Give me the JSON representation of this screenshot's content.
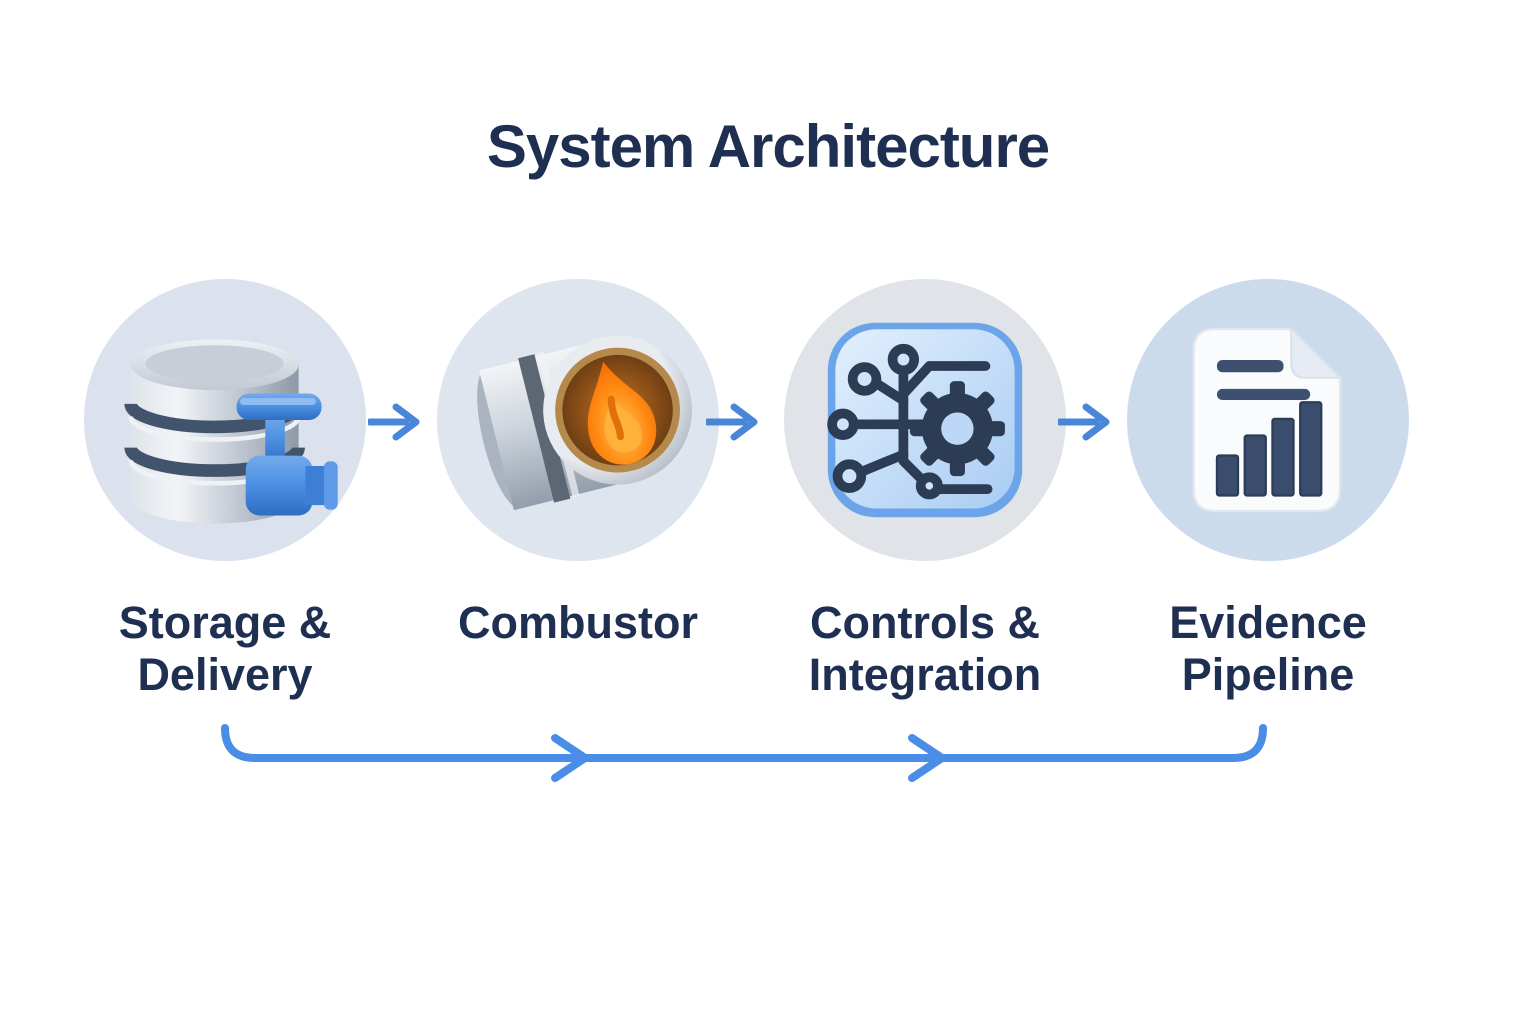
{
  "title": "System Architecture",
  "stages": [
    {
      "label": "Storage & Delivery",
      "icon": "database-valve-icon"
    },
    {
      "label": "Combustor",
      "icon": "combustor-flame-icon"
    },
    {
      "label": "Controls & Integration",
      "icon": "circuit-gear-icon"
    },
    {
      "label": "Evidence Pipeline",
      "icon": "report-document-icon"
    }
  ],
  "connectors": {
    "stage_arrow": "arrow-right-icon",
    "bottom_flow": "left-to-right feedback line with two inline arrowheads"
  },
  "colors": {
    "page-bg": "#ffffff",
    "ink": "#1e2f52",
    "arrow": "#4a86d8",
    "flow": "#4a8de6",
    "circle1": "#dbe2ee",
    "circle2": "#dee5ef",
    "circle3": "#e0e3e8",
    "circle4": "#ccdbec",
    "icon-navy": "#2d3c55",
    "valve-blue": "#4b8fe2",
    "flame-orange": "#ff8a12"
  }
}
